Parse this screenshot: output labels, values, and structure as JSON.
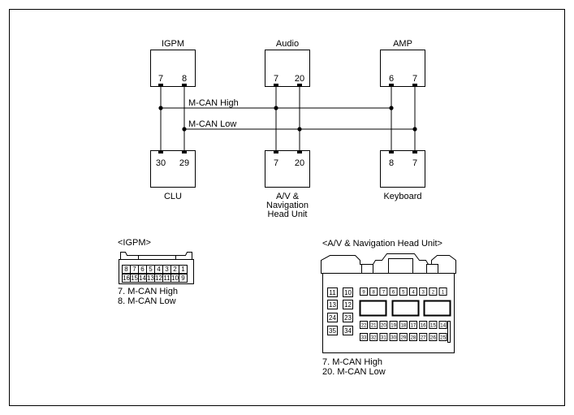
{
  "modules_top": [
    {
      "name": "IGPM",
      "pins": [
        "7",
        "8"
      ]
    },
    {
      "name": "Audio",
      "pins": [
        "7",
        "20"
      ]
    },
    {
      "name": "AMP",
      "pins": [
        "6",
        "7"
      ]
    }
  ],
  "modules_bottom": [
    {
      "name_lines": [
        "CLU"
      ],
      "pins": [
        "30",
        "29"
      ]
    },
    {
      "name_lines": [
        "A/V &",
        "Navigation",
        "Head Unit"
      ],
      "pins": [
        "7",
        "20"
      ]
    },
    {
      "name_lines": [
        "Keyboard"
      ],
      "pins": [
        "8",
        "7"
      ]
    }
  ],
  "bus": {
    "high_label": "M-CAN High",
    "low_label": "M-CAN Low"
  },
  "igpm_connector": {
    "title": "<IGPM>",
    "row1": [
      "8",
      "7",
      "6",
      "5",
      "4",
      "3",
      "2",
      "1"
    ],
    "row2": [
      "16",
      "15",
      "14",
      "13",
      "12",
      "11",
      "10",
      "9"
    ],
    "legend": [
      "7. M-CAN High",
      "8. M-CAN Low"
    ]
  },
  "av_connector": {
    "title": "<A/V & Navigation Head Unit>",
    "left_pins": [
      [
        "11",
        "10"
      ],
      [
        "13",
        "12"
      ],
      [
        "24",
        "23"
      ],
      [
        "35",
        "34"
      ]
    ],
    "row1": [
      "9",
      "8",
      "7",
      "6",
      "5",
      "4",
      "3",
      "2",
      "1"
    ],
    "row2": [
      "22",
      "21",
      "20",
      "19",
      "18",
      "17",
      "16",
      "15",
      "14"
    ],
    "row3": [
      "33",
      "32",
      "31",
      "30",
      "29",
      "28",
      "27",
      "26",
      "25"
    ],
    "legend": [
      "7. M-CAN High",
      "20. M-CAN Low"
    ]
  }
}
